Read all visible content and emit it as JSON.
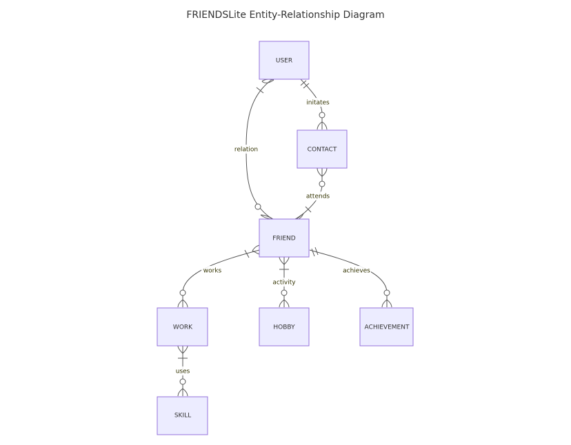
{
  "title": "FRIENDSLite Entity-Relationship Diagram",
  "entities": {
    "user": "USER",
    "contact": "CONTACT",
    "friend": "FRIEND",
    "work": "WORK",
    "hobby": "HOBBY",
    "achievement": "ACHIEVEMENT",
    "skill": "SKILL"
  },
  "relationships": {
    "relation": "relation",
    "initates": "initates",
    "attends": "attends",
    "works": "works",
    "activity": "activity",
    "achieves": "achieves",
    "uses": "uses"
  },
  "colors": {
    "entity_fill": "#ececff",
    "entity_stroke": "#9370db",
    "line": "#555555"
  }
}
